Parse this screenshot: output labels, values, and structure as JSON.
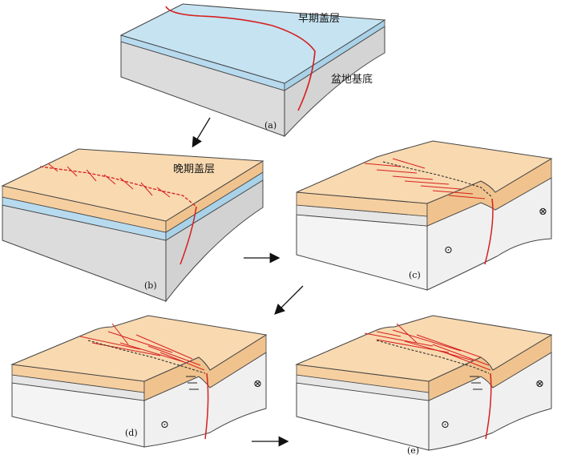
{
  "panels": {
    "a": {
      "label": "(a)",
      "top_layer": "早期盖层",
      "basement": "盆地基底"
    },
    "b": {
      "label": "(b)",
      "top_layer": "晚期盖层"
    },
    "c": {
      "label": "(c)"
    },
    "d": {
      "label": "(d)"
    },
    "e": {
      "label": "(e)"
    }
  },
  "colors": {
    "early_cover": "#c6e3f2",
    "late_cover": "#f9d9b0",
    "basement": "#dcdcdc",
    "block_white": "#f4f4f4",
    "fault": "#d62020",
    "arrow": "#111111"
  },
  "symbols": {
    "out_of_page": "⊙",
    "into_page": "⊗"
  }
}
